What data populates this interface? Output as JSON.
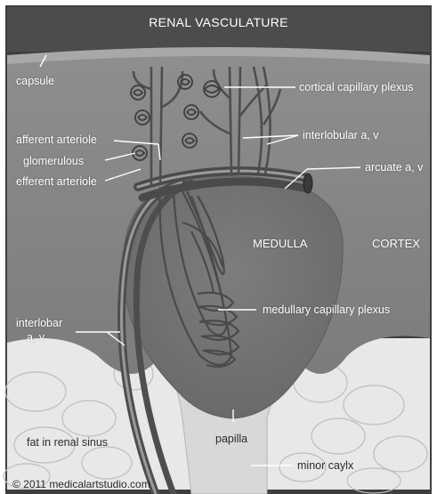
{
  "title": "RENAL VASCULATURE",
  "labels": {
    "capsule": "capsule",
    "cortical_capillary_plexus": "cortical capillary plexus",
    "afferent_arteriole": "afferent arteriole",
    "glomerulous": "glomerulous",
    "efferent_arteriole": "efferent arteriole",
    "interlobular": "interlobular a, v",
    "arcuate": "arcuate a, v",
    "medulla": "MEDULLA",
    "cortex": "CORTEX",
    "medullary_capillary_plexus": "medullary capillary plexus",
    "interlobar_line1": "interlobar",
    "interlobar_line2": "a, v",
    "fat": "fat in renal sinus",
    "papilla": "papilla",
    "minor_calyx": "minor caylx"
  },
  "copyright": "© 2011 medicalartstudio.com",
  "colors": {
    "header": "#4a4a4a",
    "capsule": "#9b9b9b",
    "cortex": "#868686",
    "medulla": "#767676",
    "fat": "#e6e6e6",
    "vessel": "#5a5a5a",
    "label_text": "#ffffff"
  }
}
